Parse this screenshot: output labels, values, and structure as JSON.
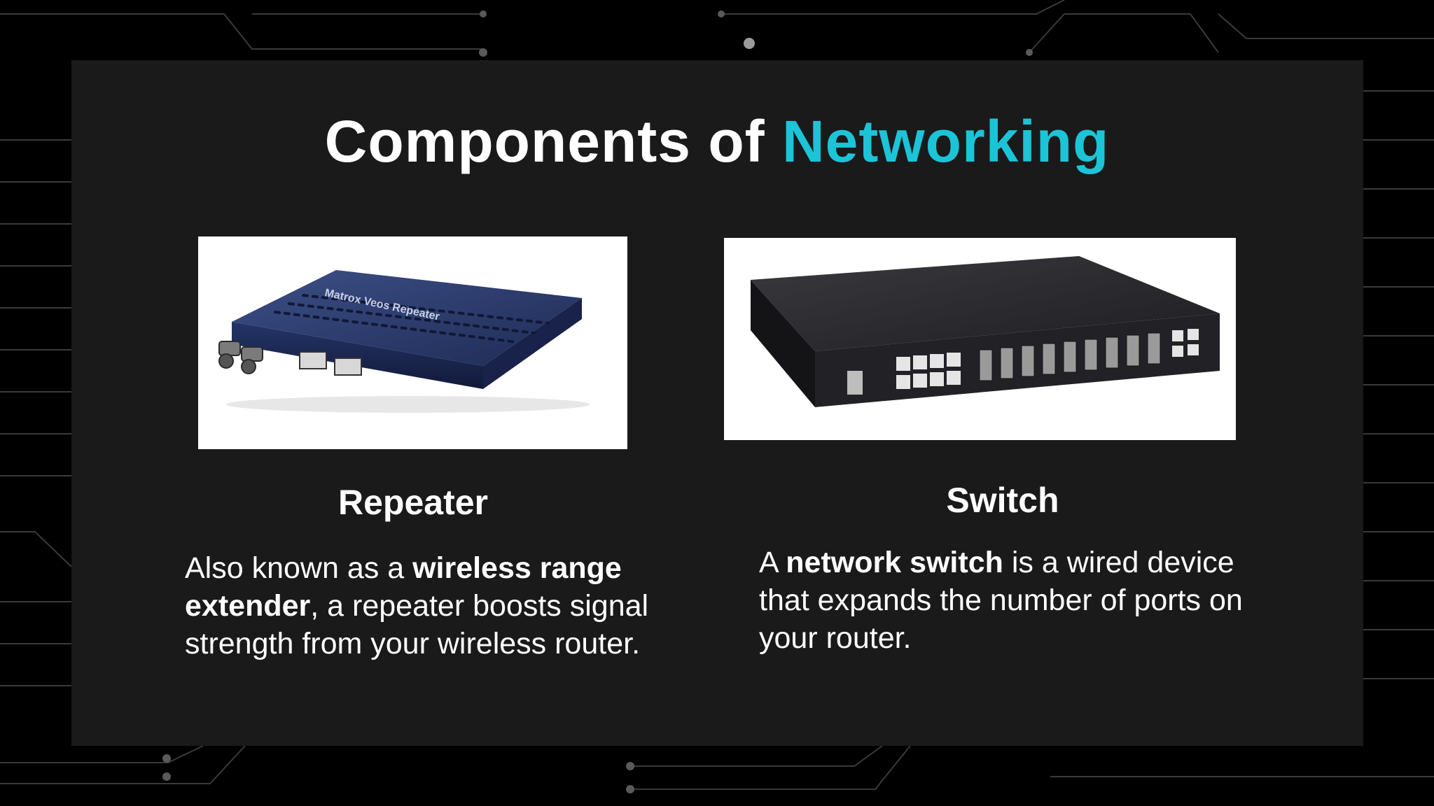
{
  "slide": {
    "title_prefix": "Components of",
    "title_accent": "Networking",
    "accent_color": "#1cc4d8",
    "background_color": "#000000",
    "panel_color": "#1a1a1a"
  },
  "cards": [
    {
      "heading": "Repeater",
      "image_icon": "repeater-device-photo",
      "device_label": "Matrox Veos Repeater",
      "desc_1": "Also known as a ",
      "desc_bold": "wireless range extender",
      "desc_2": ", a repeater boosts signal strength from your wireless router."
    },
    {
      "heading": "Switch",
      "image_icon": "network-switch-photo",
      "desc_1": "A ",
      "desc_bold": "network switch",
      "desc_2": " is a wired device that expands the number of ports on your router."
    }
  ]
}
